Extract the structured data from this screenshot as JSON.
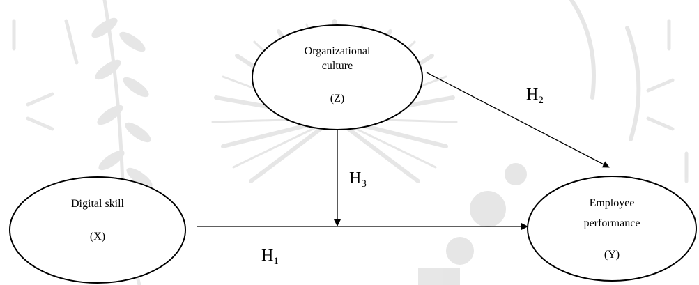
{
  "nodes": {
    "culture": {
      "line1": "Organizational",
      "line2": "culture",
      "symbol": "(Z)"
    },
    "digital": {
      "line1": "Digital skill",
      "symbol": "(X)"
    },
    "performance": {
      "line1": "Employee",
      "line2": "performance",
      "symbol": "(Y)"
    }
  },
  "hypotheses": {
    "h1": {
      "letter": "H",
      "sub": "1"
    },
    "h2": {
      "letter": "H",
      "sub": "2"
    },
    "h3": {
      "letter": "H",
      "sub": "3"
    }
  },
  "colors": {
    "line": "#000000",
    "watermark": "#e4e4e4"
  }
}
